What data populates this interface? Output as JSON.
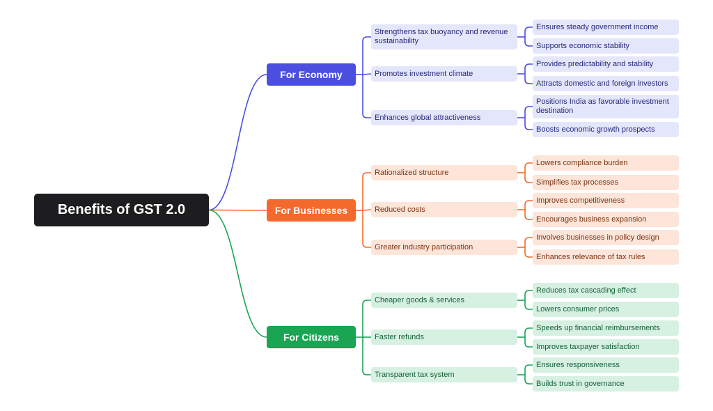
{
  "root": {
    "label": "Benefits of GST 2.0"
  },
  "colors": {
    "root_bg": "#1d1d1f",
    "economy": {
      "accent": "#4a4fe0",
      "box": "#e4e6fb",
      "text": "#27297a"
    },
    "businesses": {
      "accent": "#f36a2c",
      "box": "#fde5d9",
      "text": "#7a3312"
    },
    "citizens": {
      "accent": "#1aa553",
      "box": "#d6f0e2",
      "text": "#16633a"
    }
  },
  "categories": [
    {
      "label": "For Economy",
      "color_key": "economy",
      "subtopics": [
        {
          "label": "Strengthens tax buoyancy and revenue sustainability",
          "leaves": [
            "Ensures steady government income",
            "Supports economic stability"
          ]
        },
        {
          "label": "Promotes investment climate",
          "leaves": [
            "Provides predictability and stability",
            "Attracts domestic and foreign investors"
          ]
        },
        {
          "label": "Enhances global attractiveness",
          "leaves": [
            "Positions India as favorable investment destination",
            "Boosts economic growth prospects"
          ]
        }
      ]
    },
    {
      "label": "For Businesses",
      "color_key": "businesses",
      "subtopics": [
        {
          "label": "Rationalized structure",
          "leaves": [
            "Lowers compliance burden",
            "Simplifies tax processes"
          ]
        },
        {
          "label": "Reduced costs",
          "leaves": [
            "Improves competitiveness",
            "Encourages business expansion"
          ]
        },
        {
          "label": "Greater industry participation",
          "leaves": [
            "Involves businesses in policy design",
            "Enhances relevance of tax rules"
          ]
        }
      ]
    },
    {
      "label": "For Citizens",
      "color_key": "citizens",
      "subtopics": [
        {
          "label": "Cheaper goods & services",
          "leaves": [
            "Reduces tax cascading effect",
            "Lowers consumer prices"
          ]
        },
        {
          "label": "Faster refunds",
          "leaves": [
            "Speeds up financial reimbursements",
            "Improves taxpayer satisfaction"
          ]
        },
        {
          "label": "Transparent tax system",
          "leaves": [
            "Ensures responsiveness",
            "Builds trust in governance"
          ]
        }
      ]
    }
  ]
}
